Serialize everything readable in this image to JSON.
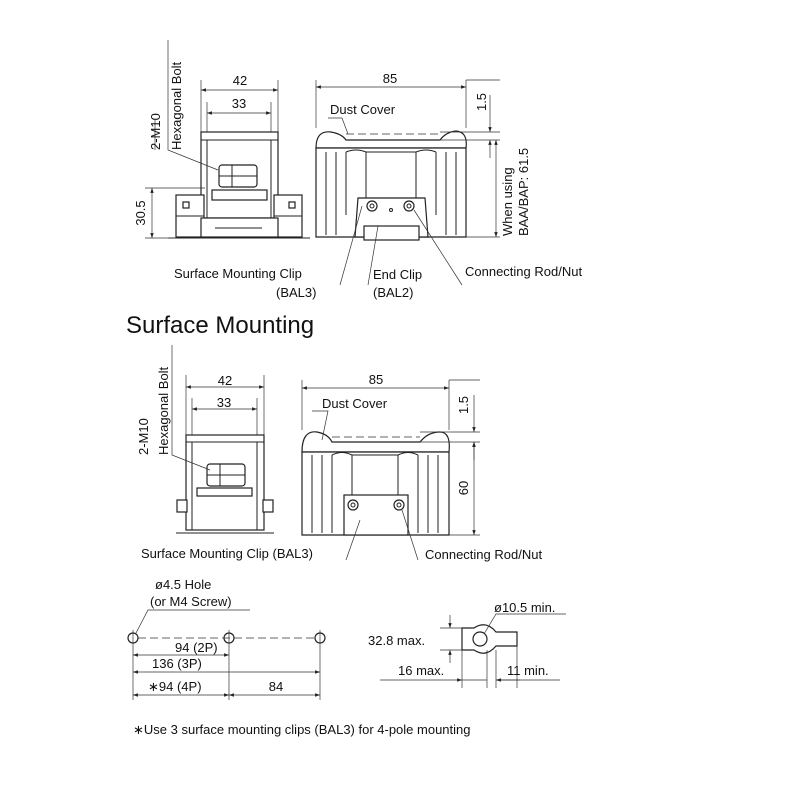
{
  "top": {
    "hex_bolt": "Hexagonal Bolt",
    "m10": "2-M10",
    "dim_42": "42",
    "dim_33": "33",
    "dim_30_5": "30.5",
    "dim_85": "85",
    "dim_1_5": "1.5",
    "dust_cover": "Dust Cover",
    "when_using": "When using",
    "baa_bap": "BAA/BAP: 61.5",
    "surface_clip": "Surface Mounting Clip",
    "bal3": "(BAL3)",
    "end_clip": "End Clip",
    "bal2": "(BAL2)",
    "connecting_rod": "Connecting Rod/Nut"
  },
  "section_title": "Surface Mounting",
  "bottom": {
    "hex_bolt": "Hexagonal Bolt",
    "m10": "2-M10",
    "dim_42": "42",
    "dim_33": "33",
    "dim_85": "85",
    "dim_1_5": "1.5",
    "dim_60": "60",
    "dust_cover": "Dust Cover",
    "surface_clip": "Surface Mounting Clip (BAL3)",
    "connecting_rod": "Connecting Rod/Nut"
  },
  "holes": {
    "hole_label": "ø4.5 Hole",
    "screw_label": "(or M4 Screw)",
    "dim_94_2p": "94 (2P)",
    "dim_136_3p": "136 (3P)",
    "dim_94_4p": "∗94 (4P)",
    "dim_84": "84"
  },
  "terminal": {
    "dim_10_5": "ø10.5 min.",
    "dim_32_8": "32.8 max.",
    "dim_16": "16 max.",
    "dim_11": "11 min."
  },
  "footnote": "∗Use 3 surface mounting clips (BAL3) for 4-pole mounting"
}
